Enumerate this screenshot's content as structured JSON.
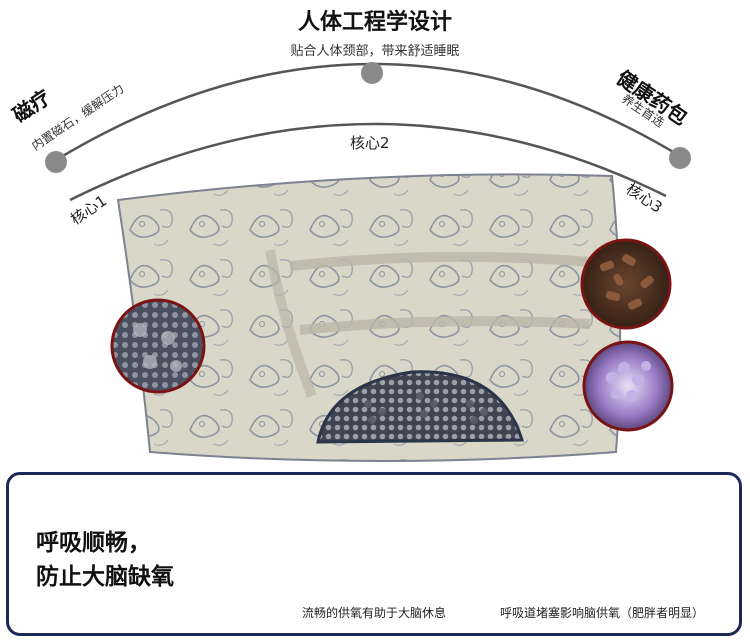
{
  "header": {
    "title": "人体工程学设计",
    "subtitle": "贴合人体颈部，带来舒适睡眠"
  },
  "left_feature": {
    "title": "磁疗",
    "subtitle": "内置磁石，缓解压力"
  },
  "right_feature": {
    "title": "健康药包",
    "subtitle": "养生首选"
  },
  "cores": [
    "核心1",
    "核心2",
    "核心3"
  ],
  "bottom": {
    "headline_line1": "呼吸顺畅，",
    "headline_line2": "防止大脑缺氧",
    "caption_left": "流畅的供氧有助于大脑休息",
    "caption_right": "呼吸道堵塞影响脑供氧（肥胖者明显）"
  },
  "colors": {
    "frame_navy": "#1c2a58",
    "pillow_beige": "#d8d6c6",
    "paisley_gray": "#8e95a2",
    "circle_border": "#7a1414",
    "diagram_blue": "#5aa6d6",
    "arrow_red": "#d42a2a"
  }
}
